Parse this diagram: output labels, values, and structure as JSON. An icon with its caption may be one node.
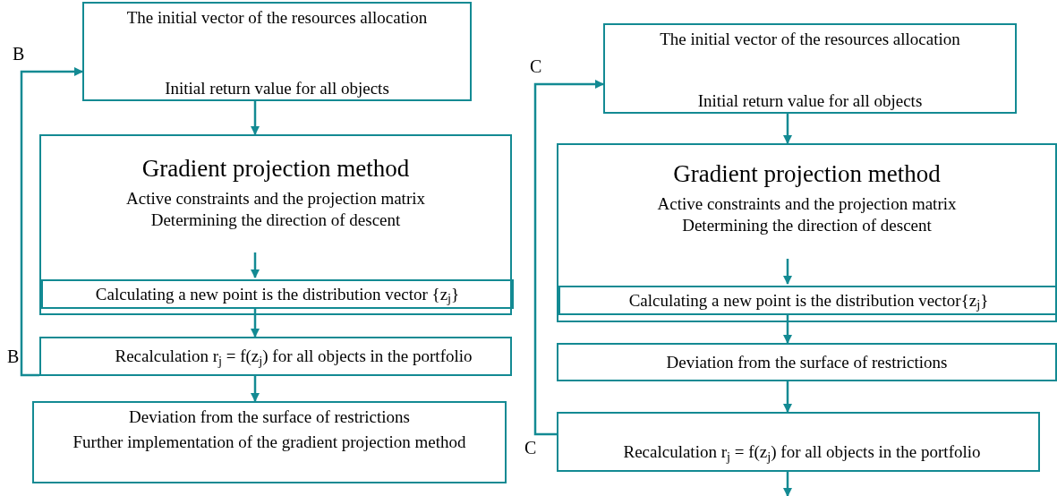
{
  "diagram": {
    "nodes": [
      {
        "text": [
          "The initial vector of the resources allocation",
          "Initial return value for all objects"
        ]
      },
      {
        "text": [
          "Gradient projection method",
          "Active constraints and the projection matrix",
          "Determining the direction of descent"
        ]
      },
      {
        "text": [
          "Calculating a new point is the distribution vector {z$_{j}$}"
        ],
        "in": 1
      },
      {
        "text": [
          "Recalculation r$_{j}$ = f(z$_{j}$) for all objects in the portfolio"
        ]
      },
      {
        "text": [
          "Deviation from the surface of restrictions",
          "Further implementation of the gradient projection method"
        ]
      },
      {
        "text": [
          "The initial vector of the resources allocation",
          "Initial return value for all objects"
        ]
      },
      {
        "text": [
          "Gradient projection method",
          "Active constraints and the projection matrix",
          "Determining the direction of descent"
        ]
      },
      {
        "text": [
          "Calculating a new point is the distribution vector{z$_{j}$}"
        ],
        "in": 6
      },
      {
        "text": [
          "Deviation from the surface of restrictions"
        ]
      },
      {
        "text": [
          "Recalculation r$_{j}$ = f(z$_{j}$) for all objects in the portfolio"
        ]
      }
    ],
    "edges": [
      {
        "from": 0,
        "to": 1,
        "arrow": "to"
      },
      {
        "from": null,
        "to": 2,
        "arrow": "to"
      },
      {
        "from": 2,
        "to": 3,
        "arrow": "to"
      },
      {
        "from": 3,
        "to": 0,
        "arrow": "to"
      },
      {
        "from": 3,
        "to": 4,
        "arrow": "to"
      },
      {
        "from": 5,
        "to": 6,
        "arrow": "to"
      },
      {
        "from": null,
        "to": 7,
        "arrow": "to"
      },
      {
        "from": 7,
        "to": 8,
        "arrow": "to"
      },
      {
        "from": 8,
        "to": 9,
        "arrow": "to"
      },
      {
        "from": 9,
        "to": 5,
        "arrow": "to"
      },
      {
        "from": 9,
        "to": null,
        "arrow": "to"
      }
    ],
    "labels": [
      "B",
      "B",
      "C",
      "C"
    ]
  }
}
